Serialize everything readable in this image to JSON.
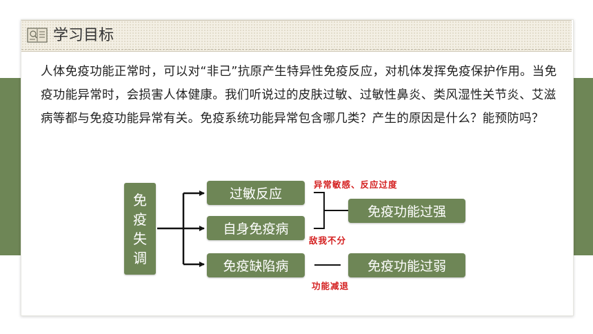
{
  "section": {
    "title": "学习目标",
    "icon": "book-icon"
  },
  "intro": "人体免疫功能正常时，可以对“非己”抗原产生特异性免疫反应，对机体发挥免疫保护作用。当免疫功能异常时，会损害人体健康。我们听说过的皮肤过敏、过敏性鼻炎、类风湿性关节炎、艾滋病等都与免疫功能异常有关。免疫系统功能异常包含哪几类？产生的原因是什么？能预防吗？",
  "diagram": {
    "root": [
      "免",
      "疫",
      "失",
      "调"
    ],
    "branches": {
      "allergy": "过敏反应",
      "autoimmune": "自身免疫病",
      "immunodeficiency": "免疫缺陷病"
    },
    "results": {
      "too_strong": "免疫功能过强",
      "too_weak": "免疫功能过弱"
    },
    "notes": {
      "allergy_note": "异常敏感、反应过度",
      "autoimmune_note": "敌我不分",
      "deficiency_note": "功能减退"
    }
  },
  "colors": {
    "green": "#6e8656",
    "red": "#d42020"
  }
}
